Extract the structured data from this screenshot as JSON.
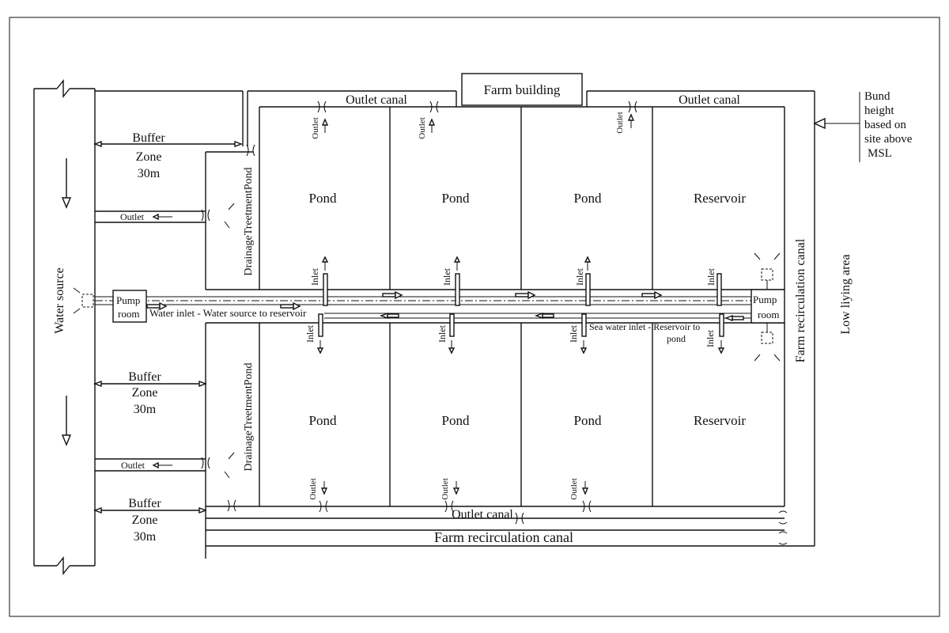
{
  "labels": {
    "farm_building": "Farm building",
    "outlet_canal": "Outlet canal",
    "bund_note": [
      "Bund",
      "height",
      "based on",
      "site above",
      "MSL"
    ],
    "buffer": "Buffer",
    "zone": "Zone",
    "distance": "30m",
    "outlet": "Outlet",
    "inlet": "Inlet",
    "drainage_pond": "DrainageTreetmentPond",
    "water_source": "Water source",
    "pump": "Pump",
    "room": "room",
    "water_inlet": "Water inlet - Water source to reservoir",
    "sea_inlet": "Sea water inlet - Reservoir to",
    "pond_word": "pond",
    "pond": "Pond",
    "reservoir": "Reservoir",
    "farm_recirculation_canal": "Farm recirculation canal",
    "low_lying_area": "Low liying area"
  },
  "colors": {
    "line": "#111111",
    "background": "#ffffff"
  }
}
